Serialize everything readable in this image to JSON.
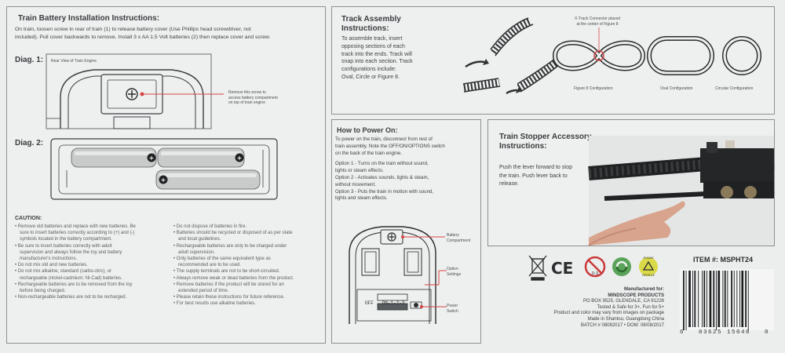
{
  "battery": {
    "title": "Train Battery Installation Instructions:",
    "intro_line1": "On train, loosen screw in rear of train (1) to release battery cover (Use Phillips head screwdriver, not",
    "intro_line2": "included). Pull cover backwards to remove. Install 3 x AA 1.5 Volt batteries (2) then replace cover and screw.",
    "diag1_label": "Diag. 1:",
    "diag1_caption": "Rear View of Train Engine",
    "diag1_note": [
      "Remove this screw to",
      "access battery compartment",
      "on top of train engine"
    ],
    "diag2_label": "Diag. 2:"
  },
  "caution": {
    "title": "CAUTION:",
    "col1": [
      "Remove old batteries and replace with new batteries. Be",
      "sure to insert batteries correctly according to (+) and (-)",
      "symbols located in the battery compartment.",
      "Be sure to insert batteries correctly with adult",
      "supervision and always follow the toy and battery",
      "manufacturer's instructions.",
      "Do not mix old and new batteries.",
      "Do not mix alkaline, standard (carbo-zinc), or",
      "rechargeable (nickel-cadmium; Ni-Cad) batteries.",
      "Rechargeable batteries are to be removed from the toy",
      "before being charged.",
      "Non-rechargeable batteries are not to be recharged."
    ],
    "col1_bullets": [
      0,
      3,
      6,
      7,
      9,
      11
    ],
    "col2": [
      "Do not dispose of batteries in fire.",
      "Batteries should be recycled or disposed of as per state",
      "and local guidelines.",
      "Rechargeable batteries are only to be charged under",
      "adult supervision.",
      "Only batteries of the same equivalent type as",
      "recommended are to be used.",
      "The supply terminals are not to be short-circuited.",
      "Always remove weak or dead batteries from the product.",
      "Remove batteries if the product will be stored for an",
      "extended period of time.",
      "Please retain these instructions for future reference.",
      "For best results use alkaline batteries."
    ],
    "col2_bullets": [
      0,
      1,
      3,
      5,
      7,
      8,
      9,
      11,
      12
    ]
  },
  "track": {
    "title_line1": "Track Assembly",
    "title_line2": "Instructions:",
    "body": [
      "To assemble track, insert",
      "opposing sections of each",
      "track into the ends. Track will",
      "snap into each section. Track",
      "configurations include:",
      "Oval, Circle or Figure 8."
    ],
    "connector_note": [
      "X-Track Connector placed",
      "at the center of Figure 8"
    ],
    "fig8_label": "Figure 8 Configuration",
    "oval_label": "Oval Configuration",
    "circle_label": "Circular Configuration"
  },
  "power": {
    "title": "How to Power On:",
    "body": [
      "To power on the train, disconnect from rest of",
      "train assembly. Note the OFF/ON/OPTIONS switch",
      "on  the back of the train engine.",
      "",
      "Option 1 - Turns on the train without sound,",
      "lights or steam effects.",
      "Option 2 - Activates sounds, lights & steam,",
      "without movement.",
      "Option 3 - Puts the train in motion with sound,",
      "lights and steam effects."
    ],
    "switch_text": "OFF   ON-1-2-3",
    "callout_battery": [
      "Battery",
      "Compartment"
    ],
    "callout_options": [
      "Option",
      "Settings"
    ],
    "callout_power": [
      "Power",
      "Switch"
    ]
  },
  "stopper": {
    "title_line1": "Train Stopper Accessory",
    "title_line2": "Instructions:",
    "body": [
      "Push the lever forward to stop",
      "the train.  Push lever back to",
      "release."
    ]
  },
  "footer": {
    "ce_mark": "CE",
    "age_mark": "0-3",
    "recycle_top": "PLEASE",
    "recycle_bottom": "RECYCLE",
    "item_no": "ITEM #: MSPHT24",
    "manufacturer": [
      "Manufactured for:",
      "MINDSCOPE PRODUCTS",
      "PO BOX 9525, GLENDALE, CA 91226",
      "Tested & Safe for 3+, Fun for 5+",
      "Product and color may vary from images on package",
      "Made in Shantou, Guangdong China",
      "BATCH # 08082017 • DOM: 08/08/2017"
    ],
    "barcode_digits": "6   03625 15048   0"
  },
  "colors": {
    "panel_border": "#8c9090",
    "accent_red": "#d64545",
    "track_dark": "#2f3133"
  }
}
